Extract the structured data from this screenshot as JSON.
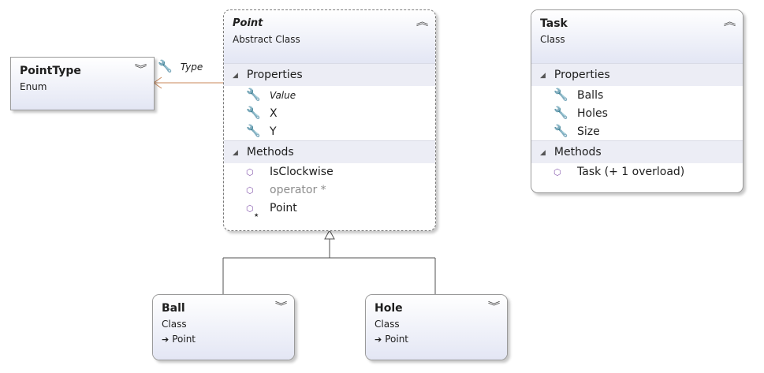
{
  "classes": {
    "pointtype": {
      "name": "PointType",
      "kind": "Enum"
    },
    "point": {
      "name": "Point",
      "kind": "Abstract Class",
      "sections": [
        {
          "title": "Properties",
          "members": [
            "Value",
            "X",
            "Y"
          ]
        },
        {
          "title": "Methods",
          "members": [
            "IsClockwise",
            "operator *",
            "Point"
          ]
        }
      ]
    },
    "task": {
      "name": "Task",
      "kind": "Class",
      "sections": [
        {
          "title": "Properties",
          "members": [
            "Balls",
            "Holes",
            "Size"
          ]
        },
        {
          "title": "Methods",
          "members": [
            "Task (+ 1 overload)"
          ]
        }
      ]
    },
    "ball": {
      "name": "Ball",
      "kind": "Class",
      "base": "Point"
    },
    "hole": {
      "name": "Hole",
      "kind": "Class",
      "base": "Point"
    }
  },
  "association": {
    "label": "Type",
    "icon": "wrench-icon"
  },
  "icons": {
    "property": "wrench-icon",
    "method": "cube-icon",
    "constructor": "cube-star-icon",
    "collapse": "double-chevron-up-icon",
    "expand": "double-chevron-down-icon",
    "inherits": "arrow-right-icon"
  },
  "colors": {
    "header_gradient_end": "#e3e6f4",
    "section_bg": "#ecedf5",
    "association_line": "#c8875a",
    "method_icon": "#8a5fb0"
  }
}
